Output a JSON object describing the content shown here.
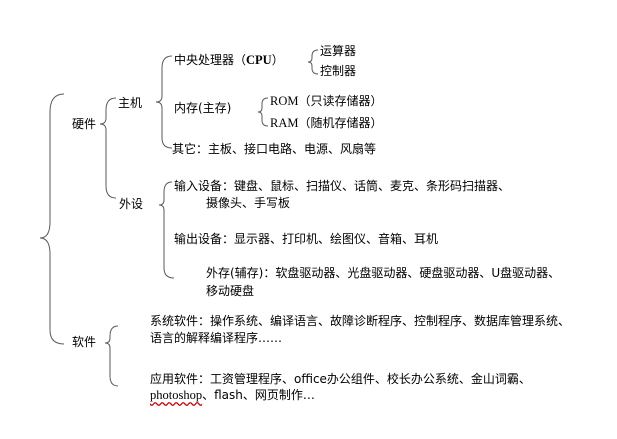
{
  "root": {
    "hardware": {
      "label": "硬件",
      "host": {
        "label": "主机",
        "cpu": {
          "prefix": "中央处理器（",
          "abbr": "CPU",
          "suffix": "）",
          "parts": [
            "运算器",
            "控制器"
          ]
        },
        "memory": {
          "label": "内存(主存)",
          "rom": {
            "abbr": "ROM",
            "desc": "（只读存储器）"
          },
          "ram": {
            "abbr": "RAM",
            "desc": "（随机存储器）"
          }
        },
        "other": "其它：主板、接口电路、电源、风扇等"
      },
      "peripherals": {
        "label": "外设",
        "input_line1": "输入设备：键盘、鼠标、扫描仪、话筒、麦克、条形码扫描器、",
        "input_line2": "摄像头、手写板",
        "output": "输出设备：显示器、打印机、绘图仪、音箱、耳机",
        "external_line1": "外存(辅存)：软盘驱动器、光盘驱动器、硬盘驱动器、U盘驱动器、",
        "external_line2": "移动硬盘"
      }
    },
    "software": {
      "label": "软件",
      "system_line1": "系统软件：操作系统、编译语言、故障诊断程序、控制程序、数据库管理系统、",
      "system_line2": "语言的解释编译程序……",
      "application_line1": "应用软件：工资管理程序、office办公组件、校长办公系统、金山词霸、",
      "app_ps": "photoshop",
      "app_rest": "、flash、网页制作…"
    }
  }
}
